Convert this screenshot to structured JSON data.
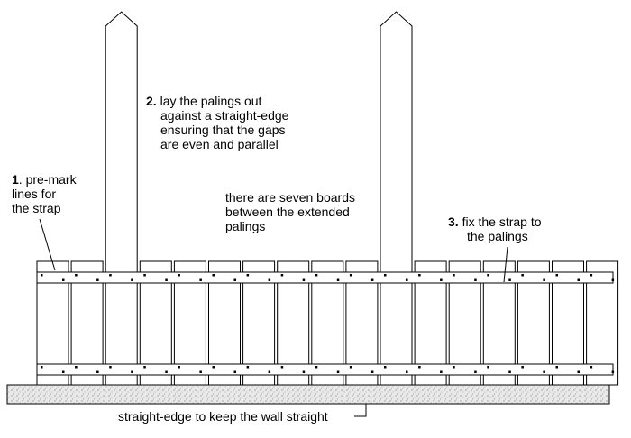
{
  "diagram": {
    "palings_count": 17,
    "extended_paling_indices": [
      2,
      10
    ],
    "colors": {
      "stroke": "#000000",
      "fill": "#ffffff",
      "ground_speckle": "#8a8a8a",
      "ground_fill": "#e6e6e6"
    },
    "notes": {
      "note1": {
        "number": "1",
        "lines": [
          ". pre-mark",
          "lines for",
          "the strap"
        ]
      },
      "note2": {
        "number": "2.",
        "lines": [
          "lay the palings out",
          "against a straight-edge",
          "ensuring that the gaps",
          "are even and parallel"
        ]
      },
      "note_seven": {
        "lines": [
          "there are seven boards",
          "between the extended",
          "palings"
        ]
      },
      "note3": {
        "number": "3.",
        "lines": [
          "fix the strap to",
          "the  palings"
        ]
      }
    },
    "straight_edge_label": "straight-edge to keep the wall straight"
  }
}
